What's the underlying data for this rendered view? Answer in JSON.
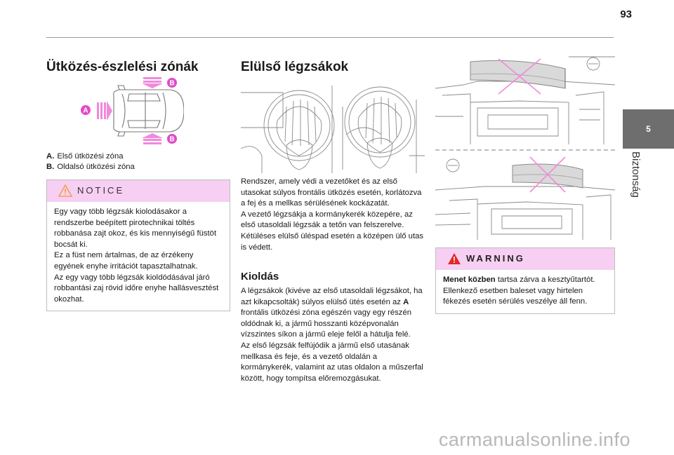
{
  "page_number": "93",
  "chapter": {
    "number": "5",
    "title": "Biztonság"
  },
  "col1": {
    "title": "Ütközés-észlelési zónák",
    "figure_labels": {
      "a": "A",
      "b": "B"
    },
    "legend": [
      {
        "key": "A.",
        "text": "Első ütközési zóna"
      },
      {
        "key": "B.",
        "text": "Oldalsó ütközési zóna"
      }
    ],
    "notice": {
      "label": "NOTICE",
      "paragraphs": [
        "Egy vagy több légzsák kiolodásakor a rendszerbe beépített pirotechnikai töltés robbanása zajt okoz, és kis mennyiségű füstöt bocsát ki.",
        "Ez a füst nem ártalmas, de az érzékeny egyének enyhe irritációt tapasztalhatnak.",
        "Az egy vagy több légzsák kioldódásával járó robbantási zaj rövid időre enyhe hallásvesztést okozhat."
      ]
    }
  },
  "col2": {
    "title": "Elülső légzsákok",
    "intro": [
      "Rendszer, amely védi a vezetőket és az első utasokat súlyos frontális ütközés esetén, korlátozva a fej és a mellkas sérülésének kockázatát.",
      "A vezető légzsákja a kormánykerék közepére, az első utasoldali légzsák a tetőn van felszerelve.",
      "Kétüléses elülső üléspad esetén a középen ülő utas is védett."
    ],
    "section_title": "Kioldás",
    "section_pre": "A légzsákok (kivéve az első utasoldali légzsákot, ha azt kikapcsolták) súlyos elülső ütés esetén az ",
    "section_bold": "A",
    "section_post": " frontális ütközési zóna egészén vagy egy részén oldódnak ki, a jármű hosszanti középvonalán vízszintes síkon a jármű eleje felől a hátulja felé.",
    "section_p2": "Az első légzsák felfújódik a jármű első utasának mellkasa és feje, és a vezető oldalán a kormánykerék, valamint az utas oldalon a műszerfal között, hogy tompítsa előremozgásukat."
  },
  "col3": {
    "warning": {
      "label": "WARNING",
      "bold": "Menet közben",
      "text": " tartsa zárva a kesztyűtartót. Ellenkező esetben baleset vagy hirtelen fékezés esetén sérülés veszélye áll fenn."
    }
  },
  "watermark": "carmanualsonline.info"
}
